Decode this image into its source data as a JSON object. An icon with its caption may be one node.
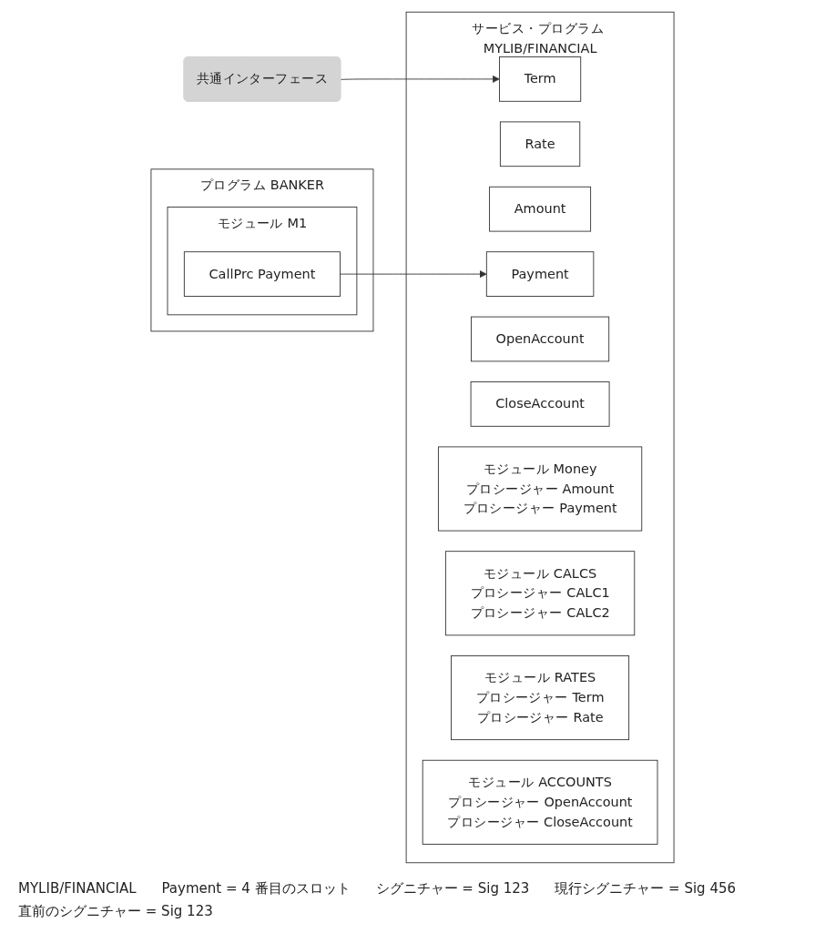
{
  "diagram": {
    "nodes": [
      {
        "text": [
          "共通インターフェース"
        ]
      },
      {
        "text": [
          "プログラム BANKER"
        ]
      },
      {
        "text": [
          "モジュール M1"
        ],
        "in": 1
      },
      {
        "text": [
          "CallPrc Payment"
        ],
        "in": 2
      },
      {
        "text": [
          "サービス・プログラム MYLIB/FINANCIAL"
        ]
      },
      {
        "text": [
          "Term"
        ],
        "in": 4
      },
      {
        "text": [
          "Rate"
        ],
        "in": 4
      },
      {
        "text": [
          "Amount"
        ],
        "in": 4
      },
      {
        "text": [
          "Payment"
        ],
        "in": 4
      },
      {
        "text": [
          "OpenAccount"
        ],
        "in": 4
      },
      {
        "text": [
          "CloseAccount"
        ],
        "in": 4
      },
      {
        "text": [
          "モジュール Money",
          "プロシージャー Amount",
          "プロシージャー Payment"
        ],
        "in": 4
      },
      {
        "text": [
          "モジュール CALCS",
          "プロシージャー CALC1",
          "プロシージャー CALC2"
        ],
        "in": 4
      },
      {
        "text": [
          "モジュール RATES",
          "プロシージャー Term",
          "プロシージャー Rate"
        ],
        "in": 4
      },
      {
        "text": [
          "モジュール ACCOUNTS",
          "プロシージャー OpenAccount",
          "プロシージャー CloseAccount"
        ],
        "in": 4
      }
    ],
    "edges": [
      {
        "from": 0,
        "to": 5,
        "arrow": "to"
      },
      {
        "from": 3,
        "to": 8,
        "arrow": "to"
      }
    ],
    "labels": [
      "MYLIB/FINANCIAL",
      "Payment = 4 番目のスロット",
      "シグニチャー = Sig 123",
      "現行シグニチャー = Sig 456",
      "直前のシグニチャー = Sig 123"
    ]
  }
}
